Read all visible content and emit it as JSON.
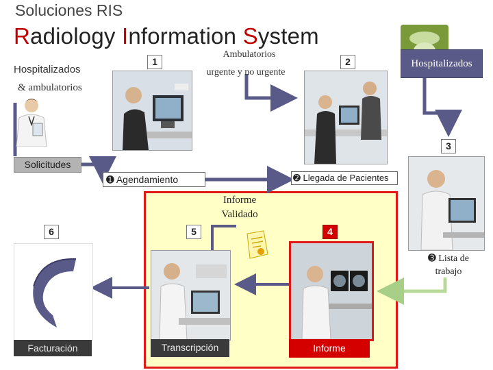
{
  "header": {
    "subtitle": "Soluciones RIS",
    "title_parts": [
      "R",
      "adiology ",
      "I",
      "nformation ",
      "S",
      "ystem"
    ]
  },
  "labels": {
    "hospitalizados_left_1": "Hospitalizados",
    "hospitalizados_left_2": "& ambulatorios",
    "ambulatorios_1": "Ambulatorios",
    "ambulatorios_2": "urgente y no urgente",
    "hospitalizados_right": "Hospitalizados",
    "solicitudes": "Solicitudes",
    "agendamiento": "➊ Agendamiento",
    "llegada": "➋ Llegada de Pacientes",
    "informe_validado_1": "Informe",
    "informe_validado_2": "Validado",
    "lista_trabajo_1": "➌ Lista de",
    "lista_trabajo_2": "trabajo",
    "facturacion": "Facturación",
    "transcripcion": "Transcripción",
    "informe": "Informe"
  },
  "steps": {
    "s1": "1",
    "s2": "2",
    "s3": "3",
    "s4": "4",
    "s5": "5",
    "s6": "6"
  },
  "colors": {
    "title_accent": "#c00000",
    "arrow_blue": "#5a5a88",
    "arrow_green": "#b9d99a",
    "frame_red": "#e01818",
    "area_yellow": "#ffffc6"
  },
  "icons": {
    "doctor": "doctor-icon",
    "document": "document-seal-icon",
    "billing": "billing-c-icon",
    "hospital_card": "hospital-card-icon"
  }
}
